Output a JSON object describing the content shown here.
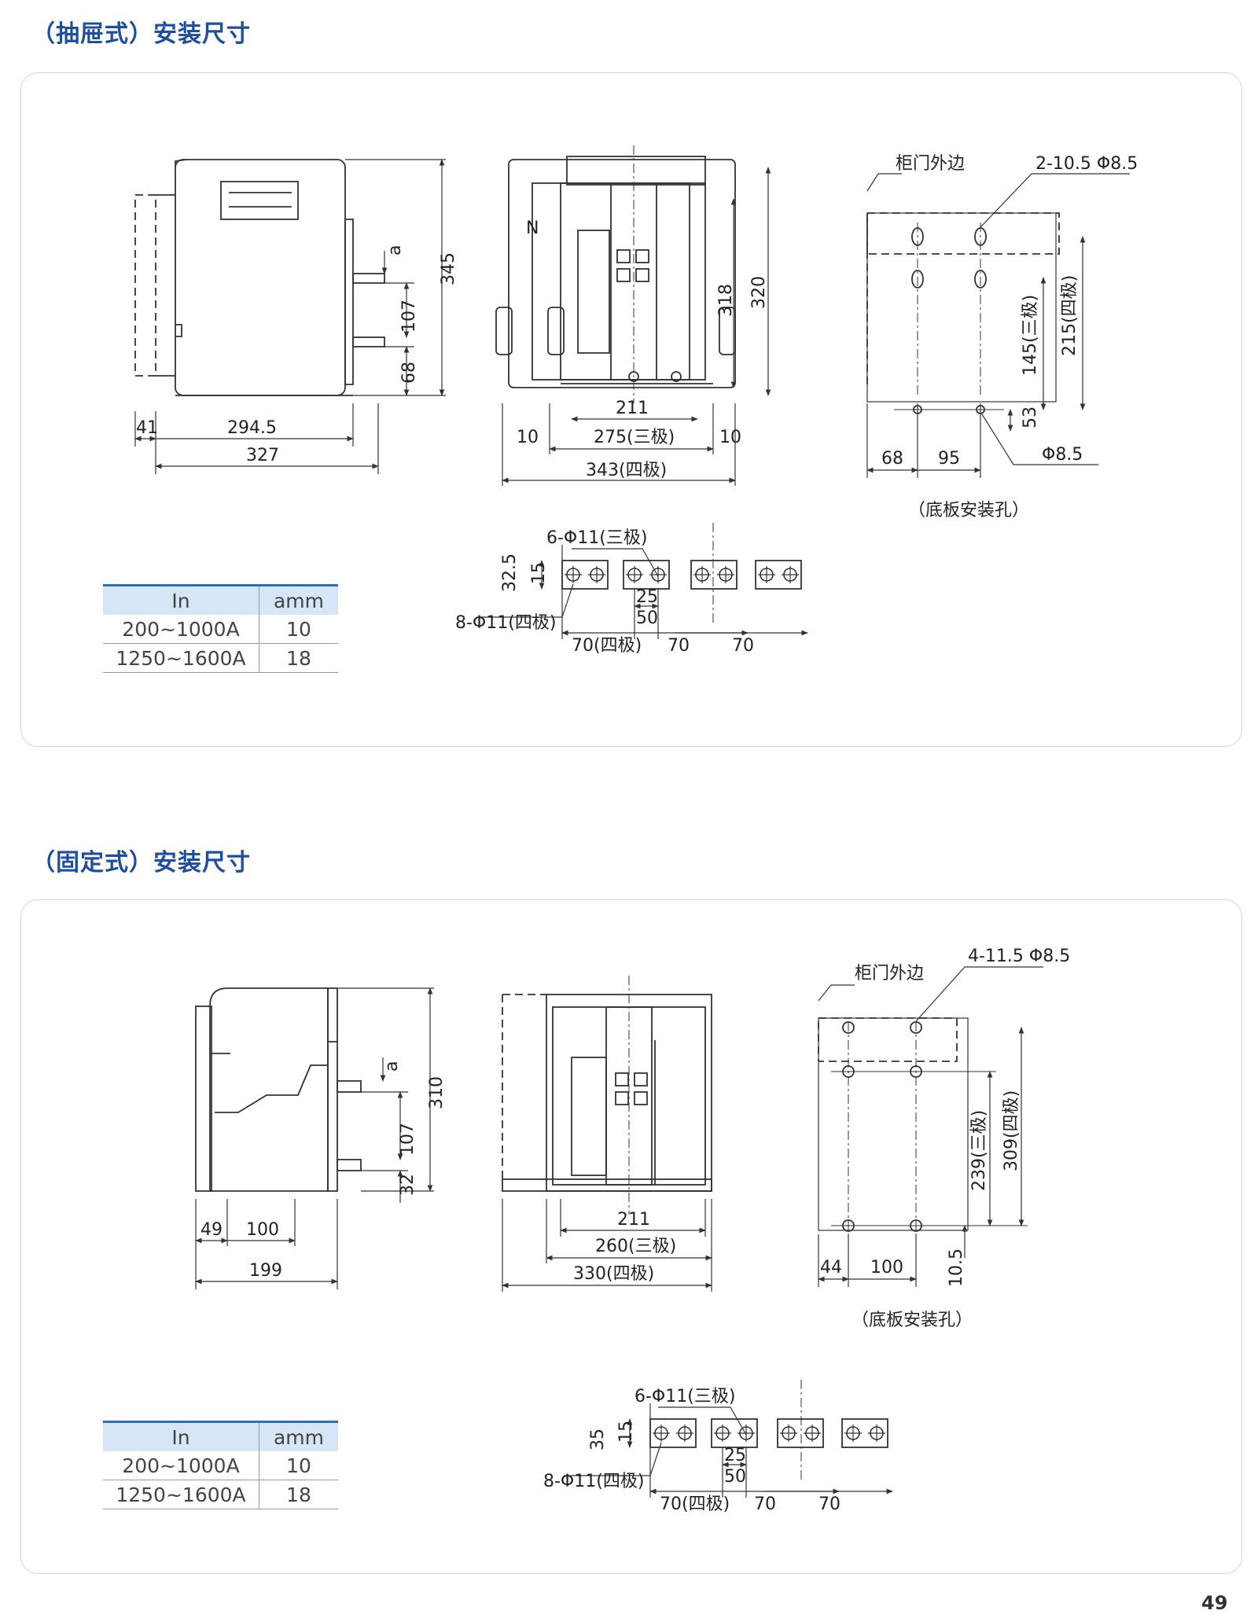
{
  "drawout": {
    "title": "（抽屉式）安装尺寸",
    "side": {
      "d345": "345",
      "da": "a",
      "d107": "107",
      "d68": "68",
      "d41": "41",
      "d2945": "294.5",
      "d327": "327"
    },
    "front": {
      "n": "N",
      "d318": "318",
      "d320": "320",
      "d211": "211",
      "d10l": "10",
      "d275": "275(三极)",
      "d10r": "10",
      "d343": "343(四极)"
    },
    "mount": {
      "door": "柜门外边",
      "holes": "2-10.5 Φ8.5",
      "d145": "145(三极)",
      "d215": "215(四极)",
      "d53": "53",
      "d68": "68",
      "d95": "95",
      "phi": "Φ8.5",
      "caption": "（底板安装孔）"
    },
    "terminal": {
      "h3": "6-Φ11(三极)",
      "h4": "8-Φ11(四极)",
      "d325": "32.5",
      "d15": "15",
      "d25": "25",
      "d50": "50",
      "d70a": "70(四极)",
      "d70b": "70",
      "d70c": "70"
    },
    "table": {
      "col1": "In",
      "col2": "amm",
      "rows": [
        [
          "200~1000A",
          "10"
        ],
        [
          "1250~1600A",
          "18"
        ]
      ]
    }
  },
  "fixed": {
    "title": "（固定式）安装尺寸",
    "side": {
      "d310": "310",
      "da": "a",
      "d107": "107",
      "d32": "32",
      "d49": "49",
      "d100": "100",
      "d199": "199"
    },
    "front": {
      "d211": "211",
      "d260": "260(三极)",
      "d330": "330(四极)"
    },
    "mount": {
      "door": "柜门外边",
      "holes": "4-11.5 Φ8.5",
      "d239": "239(三极)",
      "d309": "309(四极)",
      "d44": "44",
      "d100": "100",
      "d105": "10.5",
      "caption": "（底板安装孔）"
    },
    "terminal": {
      "h3": "6-Φ11(三极)",
      "h4": "8-Φ11(四极)",
      "d35": "35",
      "d15": "15",
      "d25": "25",
      "d50": "50",
      "d70a": "70(四极)",
      "d70b": "70",
      "d70c": "70"
    },
    "table": {
      "col1": "In",
      "col2": "amm",
      "rows": [
        [
          "200~1000A",
          "10"
        ],
        [
          "1250~1600A",
          "18"
        ]
      ]
    }
  },
  "page": {
    "number": "49"
  }
}
